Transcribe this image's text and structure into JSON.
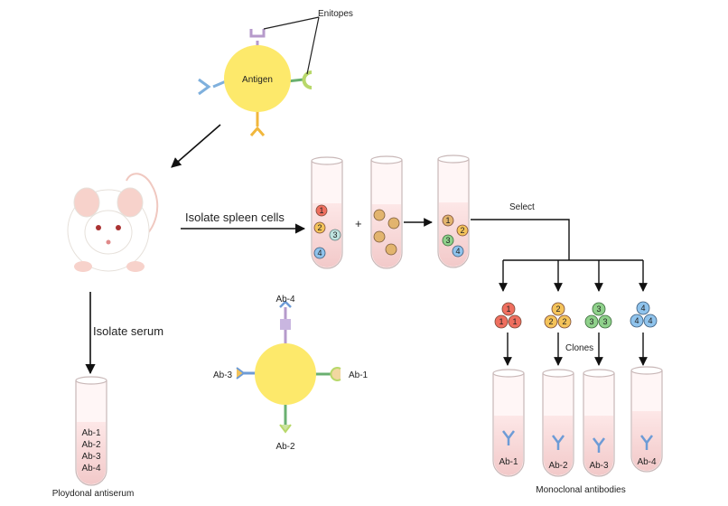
{
  "antigen": {
    "label": "Antigen",
    "epitopes_label": "Enitopes"
  },
  "steps": {
    "isolate_spleen": "Isolate spleen cells",
    "isolate_serum": "Isolate serum",
    "select": "Select",
    "clones": "Clones",
    "plus": "+"
  },
  "spleen_cells": [
    "1",
    "2",
    "3",
    "4"
  ],
  "hybrid_cells": [
    "1",
    "2",
    "3",
    "4"
  ],
  "polyclonal": {
    "tube_labels": [
      "Ab-1",
      "Ab-2",
      "Ab-3",
      "Ab-4"
    ],
    "caption": "Ploydonal antiserum"
  },
  "antigen_bound": {
    "labels": [
      "Ab-4",
      "Ab-3",
      "Ab-1",
      "Ab-2"
    ]
  },
  "monoclonal": {
    "tube_labels": [
      "Ab-1",
      "Ab-2",
      "Ab-3",
      "Ab-4"
    ],
    "caption": "Monoclonal antibodies"
  },
  "colors": {
    "antigen": "#fde96b",
    "cell1": "#ef6f5f",
    "cell2": "#f4c35a",
    "cell3": "#8fd18b",
    "cell4": "#8fc3ec",
    "plain_cell": "#e2b46e",
    "tube_fill": "#f6d8d8",
    "antibody": "#6d9bd6"
  }
}
